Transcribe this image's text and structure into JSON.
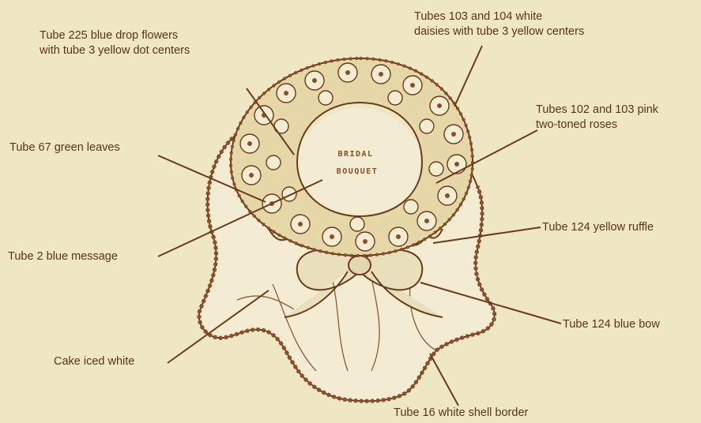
{
  "diagram": {
    "cake_message": [
      "BRIDAL",
      "BOUQUET"
    ],
    "labels": {
      "blue_drop_flowers": "Tube 225 blue drop flowers\nwith tube 3 yellow dot centers",
      "white_daisies": "Tubes 103 and 104 white\ndaisies with tube 3 yellow centers",
      "pink_roses": "Tubes 102 and 103 pink\ntwo-toned roses",
      "green_leaves": "Tube 67 green leaves",
      "blue_message": "Tube 2 blue message",
      "yellow_ruffle": "Tube 124 yellow ruffle",
      "blue_bow": "Tube 124 blue bow",
      "cake_iced_white": "Cake iced white",
      "shell_border": "Tube 16 white shell border"
    }
  }
}
